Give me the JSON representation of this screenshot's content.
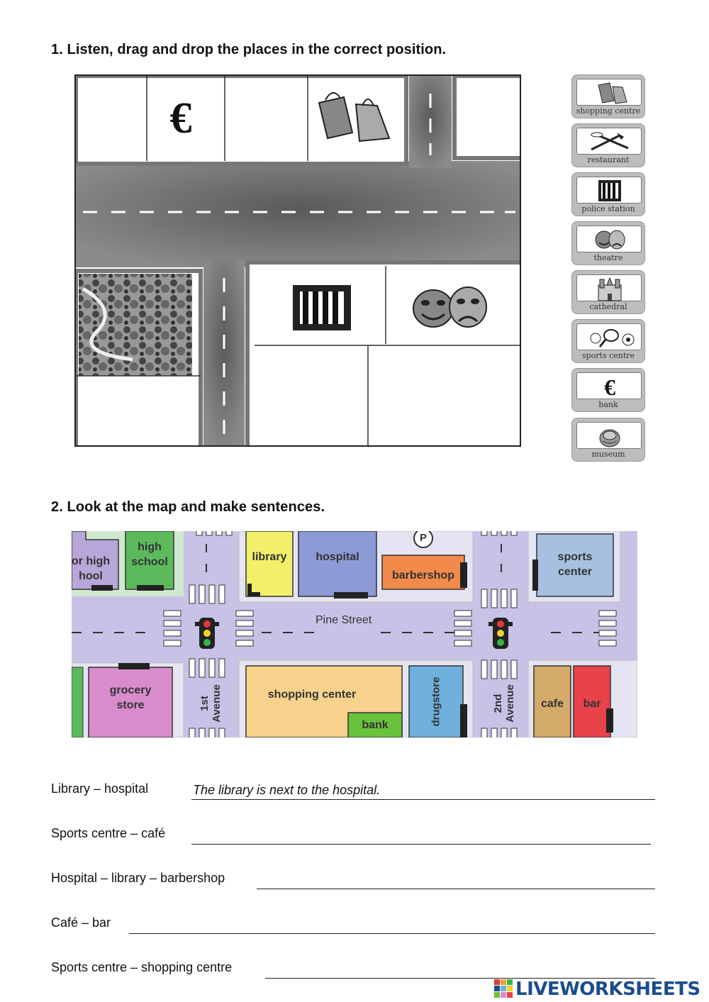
{
  "exercise1": {
    "heading": "1. Listen, drag and drop the places in the correct position.",
    "tiles": [
      {
        "label": "shopping centre",
        "icon": "shopping-bags-icon"
      },
      {
        "label": "restaurant",
        "icon": "fork-knife-icon"
      },
      {
        "label": "police station",
        "icon": "prison-bars-icon"
      },
      {
        "label": "theatre",
        "icon": "theatre-masks-icon"
      },
      {
        "label": "cathedral",
        "icon": "cathedral-icon"
      },
      {
        "label": "sports centre",
        "icon": "sports-ball-icon"
      },
      {
        "label": "bank",
        "icon": "euro-icon",
        "symbol": "€"
      },
      {
        "label": "museum",
        "icon": "museum-icon"
      }
    ],
    "map_symbol_bank": "€"
  },
  "exercise2": {
    "heading": "2. Look at the map and make sentences.",
    "map": {
      "junior_high_school": "or high\nhool",
      "high_school": "high\nschool",
      "library": "library",
      "hospital": "hospital",
      "parking": "P",
      "barbershop": "barbershop",
      "sports_center": "sports\ncenter",
      "pine_street": "Pine Street",
      "grocery_store": "grocery\nstore",
      "first_avenue": "1st\nAvenue",
      "shopping_center": "shopping center",
      "bank": "bank",
      "drugstore": "drugstore",
      "second_avenue": "2nd\nAvenue",
      "cafe": "cafe",
      "bar": "bar"
    },
    "rows": [
      {
        "prompt": "Library – hospital",
        "value": "The library is next to the hospital."
      },
      {
        "prompt": "Sports centre – café",
        "value": ""
      },
      {
        "prompt": "Hospital – library – barbershop",
        "value": ""
      },
      {
        "prompt": "Café – bar",
        "value": ""
      },
      {
        "prompt": "Sports centre – shopping centre",
        "value": ""
      }
    ]
  },
  "brand": {
    "name": "LIVEWORKSHEETS",
    "color": "#1a4c8f"
  }
}
